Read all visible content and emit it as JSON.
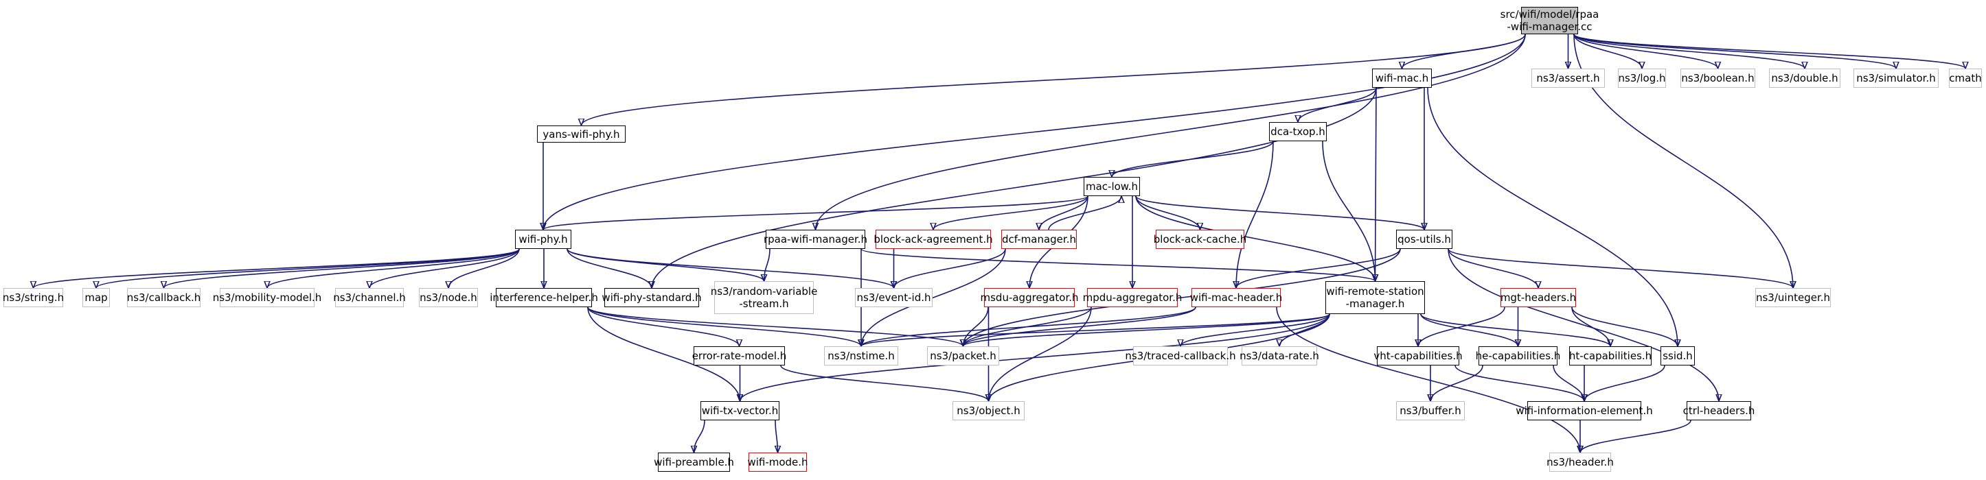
{
  "graph": {
    "colors": {
      "edge": "#191970",
      "node_border": "#000000",
      "external_border": "#bfbfbf",
      "incomplete_border": "#ff0000",
      "root_fill": "#bfbfbf",
      "background": "#ffffff"
    },
    "nodes": [
      {
        "id": "root",
        "label": "src/wifi/model/rpaa\n-wifi-manager.cc",
        "kind": "root"
      },
      {
        "id": "yans",
        "label": "yans-wifi-phy.h",
        "kind": "normal"
      },
      {
        "id": "wifimac",
        "label": "wifi-mac.h",
        "kind": "normal"
      },
      {
        "id": "assert",
        "label": "ns3/assert.h",
        "kind": "external"
      },
      {
        "id": "log",
        "label": "ns3/log.h",
        "kind": "external"
      },
      {
        "id": "boolean",
        "label": "ns3/boolean.h",
        "kind": "external"
      },
      {
        "id": "double",
        "label": "ns3/double.h",
        "kind": "external"
      },
      {
        "id": "simulator",
        "label": "ns3/simulator.h",
        "kind": "external"
      },
      {
        "id": "cmath",
        "label": "cmath",
        "kind": "external"
      },
      {
        "id": "dcatxop",
        "label": "dca-txop.h",
        "kind": "normal"
      },
      {
        "id": "maclow",
        "label": "mac-low.h",
        "kind": "normal"
      },
      {
        "id": "wifiphy",
        "label": "wifi-phy.h",
        "kind": "normal"
      },
      {
        "id": "rpaamgr",
        "label": "rpaa-wifi-manager.h",
        "kind": "normal"
      },
      {
        "id": "baagree",
        "label": "block-ack-agreement.h",
        "kind": "incomplete"
      },
      {
        "id": "dcfmgr",
        "label": "dcf-manager.h",
        "kind": "incomplete"
      },
      {
        "id": "bacache",
        "label": "block-ack-cache.h",
        "kind": "incomplete"
      },
      {
        "id": "qosutils",
        "label": "qos-utils.h",
        "kind": "normal"
      },
      {
        "id": "nsstring",
        "label": "ns3/string.h",
        "kind": "external"
      },
      {
        "id": "map",
        "label": "map",
        "kind": "external"
      },
      {
        "id": "callback",
        "label": "ns3/callback.h",
        "kind": "external"
      },
      {
        "id": "mobility",
        "label": "ns3/mobility-model.h",
        "kind": "external"
      },
      {
        "id": "channel",
        "label": "ns3/channel.h",
        "kind": "external"
      },
      {
        "id": "node",
        "label": "ns3/node.h",
        "kind": "external"
      },
      {
        "id": "interf",
        "label": "interference-helper.h",
        "kind": "normal"
      },
      {
        "id": "phystd",
        "label": "wifi-phy-standard.h",
        "kind": "normal"
      },
      {
        "id": "randvar",
        "label": "ns3/random-variable\n-stream.h",
        "kind": "external"
      },
      {
        "id": "eventid",
        "label": "ns3/event-id.h",
        "kind": "external"
      },
      {
        "id": "msduagg",
        "label": "msdu-aggregator.h",
        "kind": "incomplete"
      },
      {
        "id": "mpduagg",
        "label": "mpdu-aggregator.h",
        "kind": "incomplete"
      },
      {
        "id": "machdr",
        "label": "wifi-mac-header.h",
        "kind": "incomplete"
      },
      {
        "id": "rsm",
        "label": "wifi-remote-station\n-manager.h",
        "kind": "normal"
      },
      {
        "id": "mgthdr",
        "label": "mgt-headers.h",
        "kind": "incomplete"
      },
      {
        "id": "uinteger",
        "label": "ns3/uinteger.h",
        "kind": "external"
      },
      {
        "id": "errmodel",
        "label": "error-rate-model.h",
        "kind": "normal"
      },
      {
        "id": "nstime",
        "label": "ns3/nstime.h",
        "kind": "external"
      },
      {
        "id": "packet",
        "label": "ns3/packet.h",
        "kind": "external"
      },
      {
        "id": "traced",
        "label": "ns3/traced-callback.h",
        "kind": "external"
      },
      {
        "id": "datarate",
        "label": "ns3/data-rate.h",
        "kind": "external"
      },
      {
        "id": "vhtcap",
        "label": "vht-capabilities.h",
        "kind": "normal"
      },
      {
        "id": "hecap",
        "label": "he-capabilities.h",
        "kind": "normal"
      },
      {
        "id": "htcap",
        "label": "ht-capabilities.h",
        "kind": "normal"
      },
      {
        "id": "ssid",
        "label": "ssid.h",
        "kind": "normal"
      },
      {
        "id": "txvec",
        "label": "wifi-tx-vector.h",
        "kind": "normal"
      },
      {
        "id": "object",
        "label": "ns3/object.h",
        "kind": "external"
      },
      {
        "id": "buffer",
        "label": "ns3/buffer.h",
        "kind": "external"
      },
      {
        "id": "infoelem",
        "label": "wifi-information-element.h",
        "kind": "normal"
      },
      {
        "id": "ctrlhdr",
        "label": "ctrl-headers.h",
        "kind": "normal"
      },
      {
        "id": "preamble",
        "label": "wifi-preamble.h",
        "kind": "normal"
      },
      {
        "id": "wifimode",
        "label": "wifi-mode.h",
        "kind": "incomplete"
      },
      {
        "id": "header",
        "label": "ns3/header.h",
        "kind": "external"
      }
    ],
    "edges": [
      [
        "root",
        "yans"
      ],
      [
        "root",
        "wifiphy"
      ],
      [
        "root",
        "wifimac"
      ],
      [
        "root",
        "rpaamgr"
      ],
      [
        "root",
        "assert"
      ],
      [
        "root",
        "log"
      ],
      [
        "root",
        "boolean"
      ],
      [
        "root",
        "double"
      ],
      [
        "root",
        "simulator"
      ],
      [
        "root",
        "cmath"
      ],
      [
        "root",
        "uinteger"
      ],
      [
        "yans",
        "wifiphy"
      ],
      [
        "wifimac",
        "dcatxop"
      ],
      [
        "wifimac",
        "phystd"
      ],
      [
        "wifimac",
        "rsm"
      ],
      [
        "wifimac",
        "qosutils"
      ],
      [
        "wifimac",
        "ssid"
      ],
      [
        "dcatxop",
        "maclow"
      ],
      [
        "dcatxop",
        "machdr"
      ],
      [
        "dcatxop",
        "rsm"
      ],
      [
        "maclow",
        "wifiphy"
      ],
      [
        "maclow",
        "baagree"
      ],
      [
        "maclow",
        "dcfmgr"
      ],
      [
        "maclow",
        "bacache"
      ],
      [
        "maclow",
        "qosutils"
      ],
      [
        "maclow",
        "msduagg"
      ],
      [
        "maclow",
        "mpduagg"
      ],
      [
        "maclow",
        "rsm"
      ],
      [
        "dcfmgr",
        "maclow"
      ],
      [
        "dcfmgr",
        "eventid"
      ],
      [
        "dcfmgr",
        "nstime"
      ],
      [
        "wifiphy",
        "nsstring"
      ],
      [
        "wifiphy",
        "map"
      ],
      [
        "wifiphy",
        "callback"
      ],
      [
        "wifiphy",
        "mobility"
      ],
      [
        "wifiphy",
        "channel"
      ],
      [
        "wifiphy",
        "node"
      ],
      [
        "wifiphy",
        "interf"
      ],
      [
        "wifiphy",
        "phystd"
      ],
      [
        "wifiphy",
        "randvar"
      ],
      [
        "wifiphy",
        "eventid"
      ],
      [
        "rpaamgr",
        "randvar"
      ],
      [
        "rpaamgr",
        "nstime"
      ],
      [
        "rpaamgr",
        "rsm"
      ],
      [
        "baagree",
        "eventid"
      ],
      [
        "qosutils",
        "machdr"
      ],
      [
        "qosutils",
        "mgthdr"
      ],
      [
        "qosutils",
        "uinteger"
      ],
      [
        "qosutils",
        "ctrlhdr"
      ],
      [
        "qosutils",
        "packet"
      ],
      [
        "interf",
        "errmodel"
      ],
      [
        "interf",
        "nstime"
      ],
      [
        "interf",
        "packet"
      ],
      [
        "interf",
        "txvec"
      ],
      [
        "msduagg",
        "packet"
      ],
      [
        "msduagg",
        "object"
      ],
      [
        "mpduagg",
        "packet"
      ],
      [
        "mpduagg",
        "object"
      ],
      [
        "machdr",
        "header"
      ],
      [
        "machdr",
        "nstime"
      ],
      [
        "machdr",
        "packet"
      ],
      [
        "rsm",
        "nstime"
      ],
      [
        "rsm",
        "packet"
      ],
      [
        "rsm",
        "traced"
      ],
      [
        "rsm",
        "datarate"
      ],
      [
        "rsm",
        "vhtcap"
      ],
      [
        "rsm",
        "hecap"
      ],
      [
        "rsm",
        "htcap"
      ],
      [
        "rsm",
        "txvec"
      ],
      [
        "rsm",
        "object"
      ],
      [
        "mgthdr",
        "vhtcap"
      ],
      [
        "mgthdr",
        "hecap"
      ],
      [
        "mgthdr",
        "htcap"
      ],
      [
        "mgthdr",
        "ssid"
      ],
      [
        "errmodel",
        "txvec"
      ],
      [
        "errmodel",
        "object"
      ],
      [
        "vhtcap",
        "buffer"
      ],
      [
        "vhtcap",
        "infoelem"
      ],
      [
        "hecap",
        "buffer"
      ],
      [
        "hecap",
        "infoelem"
      ],
      [
        "htcap",
        "infoelem"
      ],
      [
        "ssid",
        "infoelem"
      ],
      [
        "txvec",
        "preamble"
      ],
      [
        "txvec",
        "wifimode"
      ],
      [
        "infoelem",
        "header"
      ],
      [
        "ctrlhdr",
        "header"
      ]
    ]
  }
}
